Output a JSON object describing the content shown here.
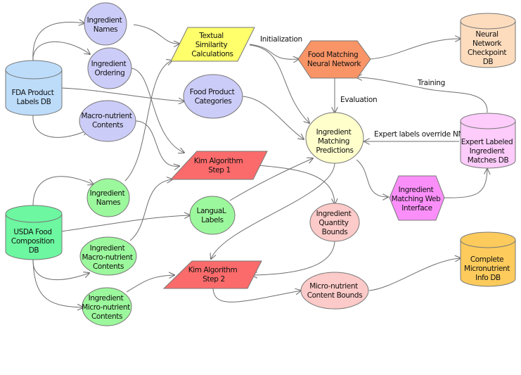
{
  "colors": {
    "fda": "#bcdcfa",
    "fda_derived": "#ccccf8",
    "usda": "#6cf7a0",
    "usda_derived": "#9cf89c",
    "textual": "#ffff6c",
    "kim": "#fb6b6b",
    "nn": "#f99466",
    "nn_db": "#fddcbe",
    "predictions": "#ffffcc",
    "expert": "#fdccfb",
    "web": "#fb8ffa",
    "bounds": "#fccac8",
    "micro_db": "#fccb5c",
    "edge": "#6e6e6e"
  },
  "nodes": {
    "fda_db": {
      "shape": "cylinder",
      "lines": [
        "FDA Product",
        "Labels DB"
      ]
    },
    "fda_names": {
      "shape": "ellipse",
      "lines": [
        "Ingredient",
        "Names"
      ]
    },
    "fda_ordering": {
      "shape": "ellipse",
      "lines": [
        "Ingredient",
        "Ordering"
      ]
    },
    "fda_macro": {
      "shape": "ellipse",
      "lines": [
        "Macro-nutrient",
        "Contents"
      ]
    },
    "food_categories": {
      "shape": "ellipse",
      "lines": [
        "Food Product",
        "Categories"
      ]
    },
    "textual_sim": {
      "shape": "parallelogram",
      "lines": [
        "Textual",
        "Similarity",
        "Calculations"
      ]
    },
    "nn": {
      "shape": "hexagon",
      "lines": [
        "Food Matching",
        "Neural Network"
      ]
    },
    "nn_db": {
      "shape": "cylinder",
      "lines": [
        "Neural",
        "Network",
        "Checkpoint",
        "DB"
      ]
    },
    "predictions": {
      "shape": "ellipse",
      "lines": [
        "Ingredient",
        "Matching",
        "Predictions"
      ]
    },
    "expert_db": {
      "shape": "cylinder",
      "lines": [
        "Expert Labeled",
        "Ingredient",
        "Matches DB"
      ]
    },
    "web_interface": {
      "shape": "hexagon-v",
      "lines": [
        "Ingredient",
        "Matching Web",
        "Interface"
      ]
    },
    "kim1": {
      "shape": "parallelogram",
      "lines": [
        "Kim Algorithm",
        "Step 1"
      ]
    },
    "kim2": {
      "shape": "parallelogram",
      "lines": [
        "Kim Algorithm",
        "Step 2"
      ]
    },
    "usda_db": {
      "shape": "cylinder",
      "lines": [
        "USDA Food",
        "Composition",
        "DB"
      ]
    },
    "usda_names": {
      "shape": "ellipse",
      "lines": [
        "Ingredient",
        "Names"
      ]
    },
    "langual": {
      "shape": "ellipse",
      "lines": [
        "LanguaL",
        "Labels"
      ]
    },
    "usda_macro": {
      "shape": "ellipse",
      "lines": [
        "Ingredient",
        "Macro-nutrient",
        "Contents"
      ]
    },
    "usda_micro": {
      "shape": "ellipse",
      "lines": [
        "Ingredient",
        "Micro-nutrient",
        "Contents"
      ]
    },
    "quantity_bounds": {
      "shape": "ellipse",
      "lines": [
        "Ingredient",
        "Quantity",
        "Bounds"
      ]
    },
    "micro_bounds": {
      "shape": "ellipse",
      "lines": [
        "Micro-nutrient",
        "Content Bounds"
      ]
    },
    "micro_db": {
      "shape": "cylinder",
      "lines": [
        "Complete",
        "Micronutrient",
        "Info DB"
      ]
    }
  },
  "edges": [
    {
      "from": "fda_db",
      "to": "fda_names"
    },
    {
      "from": "fda_db",
      "to": "fda_ordering"
    },
    {
      "from": "fda_db",
      "to": "fda_macro"
    },
    {
      "from": "fda_db",
      "to": "food_categories"
    },
    {
      "from": "fda_names",
      "to": "textual_sim"
    },
    {
      "from": "usda_names",
      "to": "textual_sim"
    },
    {
      "from": "textual_sim",
      "to": "nn",
      "label": "Initialization"
    },
    {
      "from": "textual_sim",
      "to": "predictions"
    },
    {
      "from": "nn",
      "to": "nn_db"
    },
    {
      "from": "nn",
      "to": "predictions",
      "label": "Evaluation"
    },
    {
      "from": "expert_db",
      "to": "nn",
      "label": "Training"
    },
    {
      "from": "expert_db",
      "to": "predictions",
      "label": "Expert labels override NN"
    },
    {
      "from": "predictions",
      "to": "web_interface"
    },
    {
      "from": "web_interface",
      "to": "expert_db"
    },
    {
      "from": "food_categories",
      "to": "predictions"
    },
    {
      "from": "fda_ordering",
      "to": "kim1"
    },
    {
      "from": "fda_macro",
      "to": "kim1"
    },
    {
      "from": "usda_macro",
      "to": "kim1"
    },
    {
      "from": "kim1",
      "to": "quantity_bounds"
    },
    {
      "from": "usda_db",
      "to": "usda_names"
    },
    {
      "from": "usda_db",
      "to": "langual"
    },
    {
      "from": "usda_db",
      "to": "usda_macro"
    },
    {
      "from": "usda_db",
      "to": "usda_micro"
    },
    {
      "from": "langual",
      "to": "predictions"
    },
    {
      "from": "predictions",
      "to": "kim2"
    },
    {
      "from": "quantity_bounds",
      "to": "kim2"
    },
    {
      "from": "usda_micro",
      "to": "kim2"
    },
    {
      "from": "kim2",
      "to": "micro_bounds"
    },
    {
      "from": "micro_bounds",
      "to": "micro_db"
    }
  ],
  "edge_labels": {
    "initialization": "Initialization",
    "evaluation": "Evaluation",
    "training": "Training",
    "expert_override": "Expert labels override NN"
  }
}
